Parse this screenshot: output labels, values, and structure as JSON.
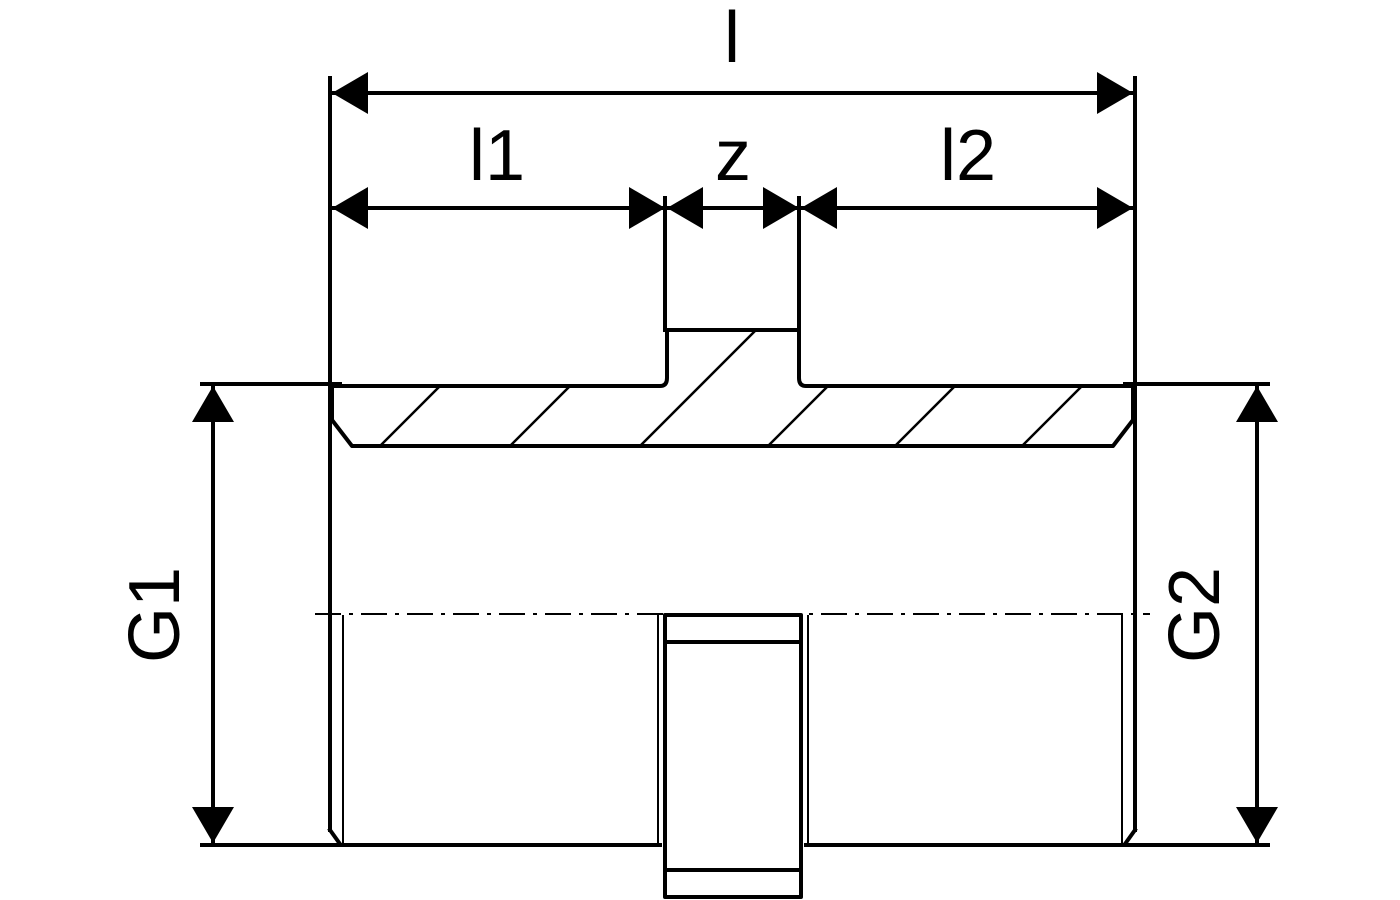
{
  "labels": {
    "overall_length": "l",
    "length_1": "l1",
    "gap": "z",
    "length_2": "l2",
    "thread_1": "G1",
    "thread_2": "G2"
  }
}
